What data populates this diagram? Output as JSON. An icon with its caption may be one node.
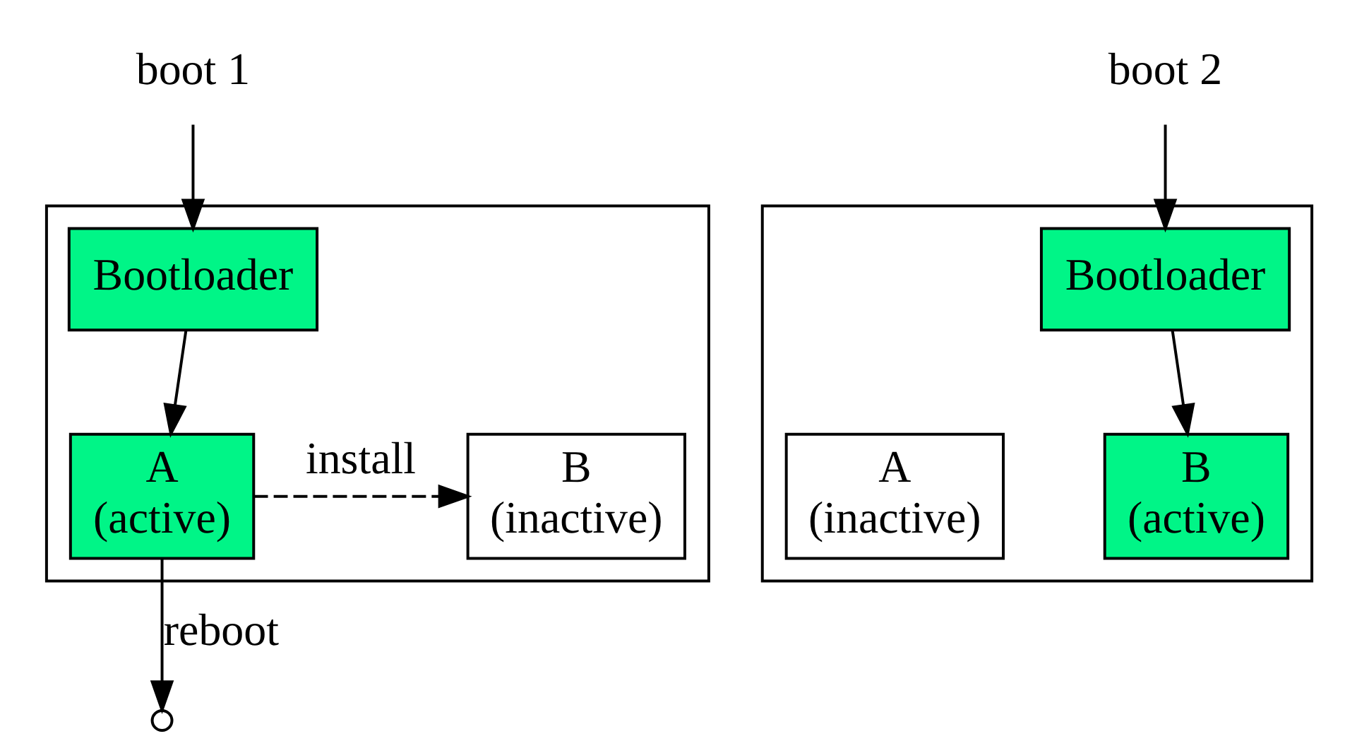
{
  "diagram": {
    "nodes": [
      {
        "text": [
          "boot 1"
        ]
      },
      {
        "text": [],
        "shape": "box"
      },
      {
        "text": [
          "Bootloader"
        ],
        "in": 1
      },
      {
        "text": [
          "A (active)"
        ],
        "in": 1
      },
      {
        "text": [
          "B (inactive)"
        ],
        "in": 1
      },
      {
        "text": [],
        "shape": "circle"
      },
      {
        "text": [
          "boot 2"
        ]
      },
      {
        "text": [],
        "shape": "box"
      },
      {
        "text": [
          "Bootloader"
        ],
        "in": 7
      },
      {
        "text": [
          "A (inactive)"
        ],
        "in": 7
      },
      {
        "text": [
          "B (active)"
        ],
        "in": 7
      }
    ],
    "edges": [
      {
        "from": 0,
        "to": 2,
        "arrow": "to"
      },
      {
        "from": 2,
        "to": 3,
        "arrow": "to"
      },
      {
        "from": 3,
        "to": 4,
        "arrow": "to",
        "label": "install",
        "style": "dashed"
      },
      {
        "from": 3,
        "to": 5,
        "arrow": "to",
        "label": "reboot"
      },
      {
        "from": 6,
        "to": 8,
        "arrow": "to"
      },
      {
        "from": 8,
        "to": 10,
        "arrow": "to"
      }
    ]
  }
}
